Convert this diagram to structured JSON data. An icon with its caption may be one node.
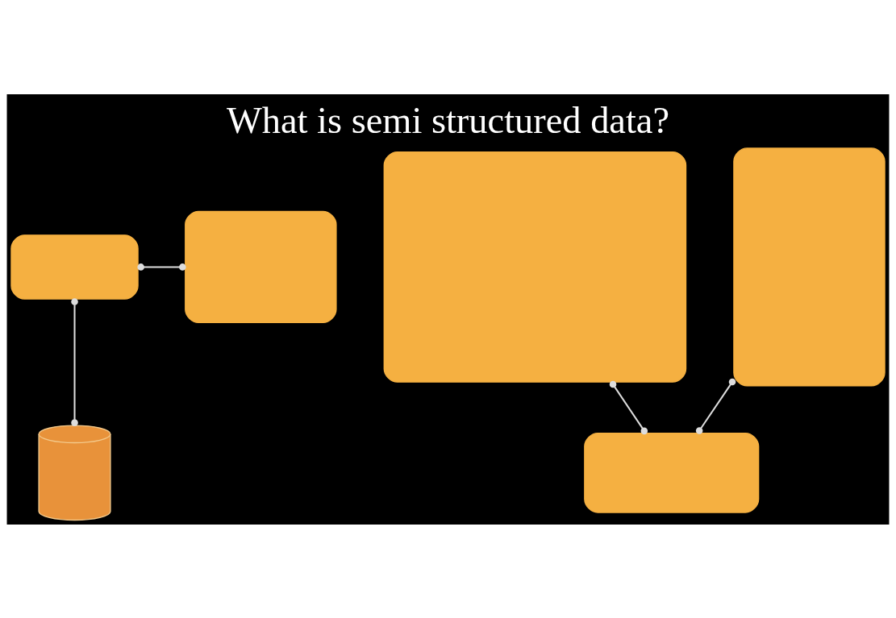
{
  "diagram": {
    "title": "What is semi structured data?",
    "nodes": [
      {
        "text": [],
        "shape": "box"
      },
      {
        "text": [],
        "shape": "box"
      },
      {
        "text": [],
        "shape": "cylinder"
      },
      {
        "text": [],
        "shape": "box"
      },
      {
        "text": [],
        "shape": "box"
      },
      {
        "text": [],
        "shape": "box"
      }
    ],
    "edges": [
      {
        "from": 0,
        "to": 1,
        "arrow": "other"
      },
      {
        "from": 0,
        "to": 2,
        "arrow": "other"
      },
      {
        "from": 4,
        "to": 5,
        "arrow": "other"
      },
      {
        "from": 5,
        "to": 3,
        "arrow": "other"
      }
    ]
  }
}
